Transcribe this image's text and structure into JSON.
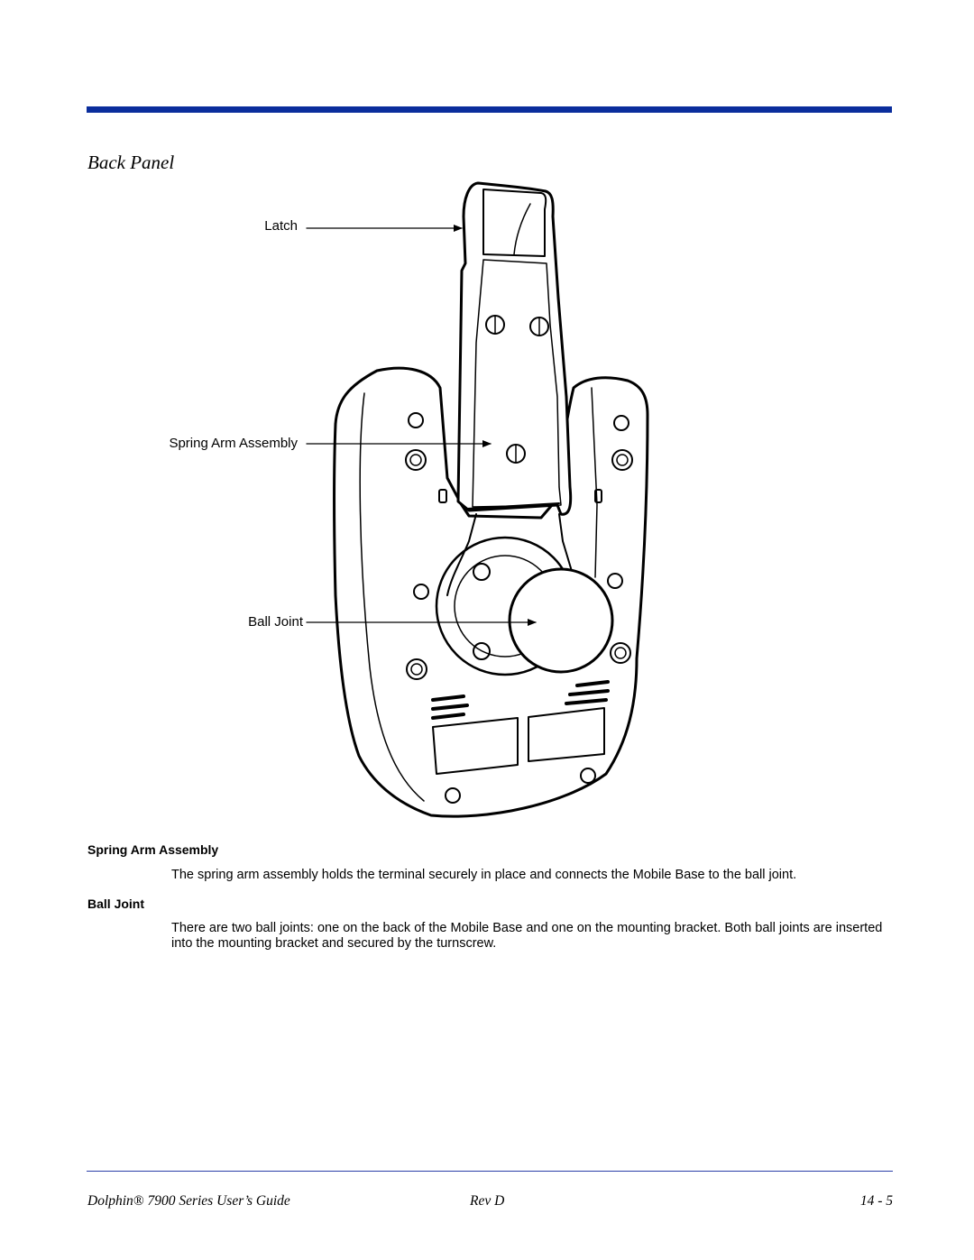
{
  "section_title": "Back Panel",
  "figure": {
    "callouts": {
      "latch": "Latch",
      "spring_arm": "Spring Arm Assembly",
      "ball_joint": "Ball Joint"
    }
  },
  "definitions": [
    {
      "term": "Spring Arm Assembly",
      "text": "The spring arm assembly holds the terminal securely in place and connects the Mobile Base to the ball joint."
    },
    {
      "term": "Ball Joint",
      "text": "There are two ball joints: one on the back of the Mobile Base and one on the mounting bracket. Both ball joints are inserted into the mounting bracket and secured by the turnscrew."
    }
  ],
  "footer": {
    "title": "Dolphin® 7900 Series User’s Guide",
    "revision": "Rev D",
    "page": "14 - 5"
  },
  "colors": {
    "accent_rule": "#0a2d9c",
    "footer_rule": "#2b3fa8"
  }
}
